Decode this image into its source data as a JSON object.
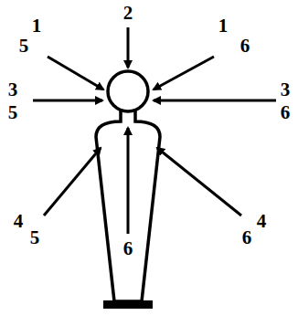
{
  "diagram": {
    "labels": [
      "1",
      "2",
      "1",
      "5",
      "6",
      "3",
      "3",
      "5",
      "6",
      "4",
      "4",
      "5",
      "6",
      "6"
    ]
  }
}
